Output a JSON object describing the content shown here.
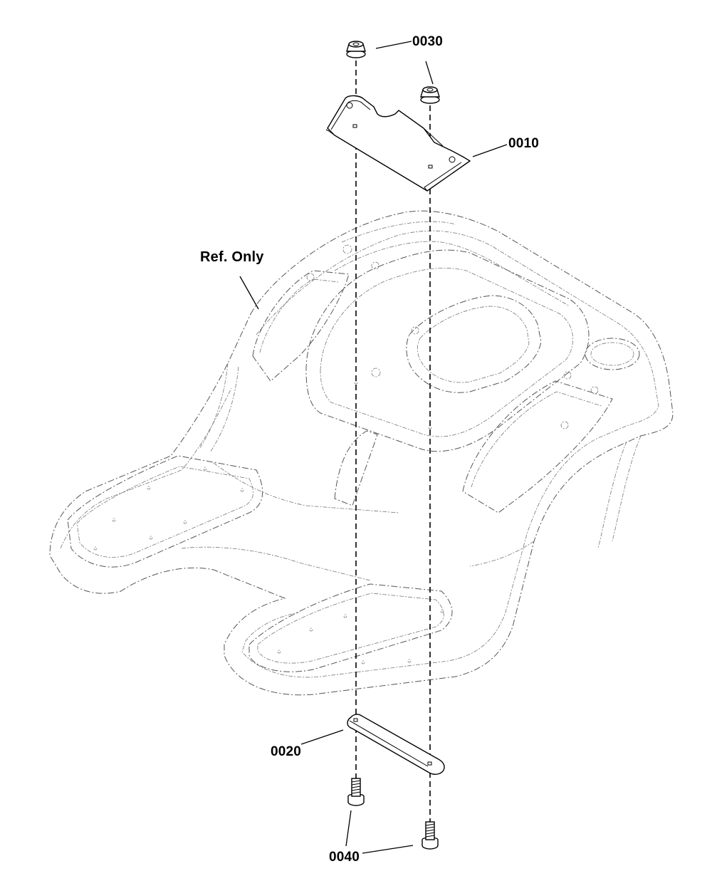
{
  "diagram": {
    "reference_label": "Ref. Only",
    "callouts": {
      "part_0010": "0010",
      "part_0020": "0020",
      "part_0030": "0030",
      "part_0040": "0040"
    }
  }
}
